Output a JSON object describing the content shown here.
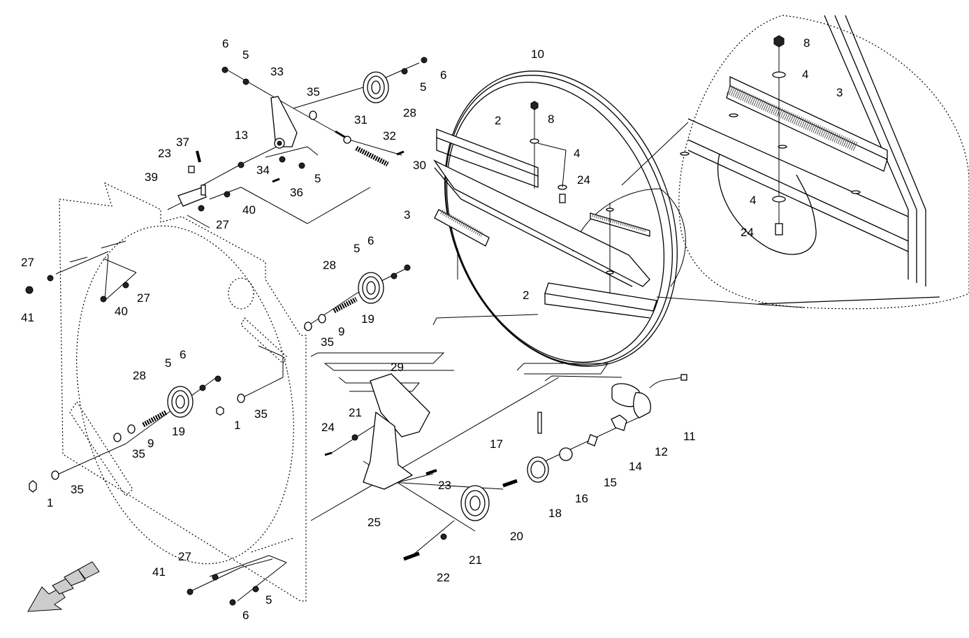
{
  "callouts": [
    {
      "id": "c1",
      "text": "6"
    },
    {
      "id": "c2",
      "text": "5"
    },
    {
      "id": "c3",
      "text": "33"
    },
    {
      "id": "c4",
      "text": "35"
    },
    {
      "id": "c5",
      "text": "28"
    },
    {
      "id": "c6",
      "text": "6"
    },
    {
      "id": "c7",
      "text": "5"
    },
    {
      "id": "c8",
      "text": "31"
    },
    {
      "id": "c9",
      "text": "32"
    },
    {
      "id": "c10",
      "text": "30"
    },
    {
      "id": "c11",
      "text": "37"
    },
    {
      "id": "c12",
      "text": "13"
    },
    {
      "id": "c13",
      "text": "23"
    },
    {
      "id": "c14",
      "text": "34"
    },
    {
      "id": "c15",
      "text": "5"
    },
    {
      "id": "c16",
      "text": "36"
    },
    {
      "id": "c17",
      "text": "39"
    },
    {
      "id": "c18",
      "text": "40"
    },
    {
      "id": "c19",
      "text": "27"
    },
    {
      "id": "c20",
      "text": "10"
    },
    {
      "id": "c21",
      "text": "2"
    },
    {
      "id": "c22",
      "text": "8"
    },
    {
      "id": "c23",
      "text": "4"
    },
    {
      "id": "c24",
      "text": "24"
    },
    {
      "id": "c25",
      "text": "3"
    },
    {
      "id": "c26",
      "text": "2"
    },
    {
      "id": "c27",
      "text": "8"
    },
    {
      "id": "c28",
      "text": "4"
    },
    {
      "id": "c29",
      "text": "3"
    },
    {
      "id": "c30",
      "text": "4"
    },
    {
      "id": "c31",
      "text": "24"
    },
    {
      "id": "c32",
      "text": "27"
    },
    {
      "id": "c33",
      "text": "41"
    },
    {
      "id": "c34",
      "text": "27"
    },
    {
      "id": "c35",
      "text": "40"
    },
    {
      "id": "c36",
      "text": "28"
    },
    {
      "id": "c37",
      "text": "5"
    },
    {
      "id": "c38",
      "text": "6"
    },
    {
      "id": "c39",
      "text": "19"
    },
    {
      "id": "c40",
      "text": "9"
    },
    {
      "id": "c41",
      "text": "35"
    },
    {
      "id": "c42",
      "text": "6"
    },
    {
      "id": "c43",
      "text": "5"
    },
    {
      "id": "c44",
      "text": "28"
    },
    {
      "id": "c45",
      "text": "35"
    },
    {
      "id": "c46",
      "text": "1"
    },
    {
      "id": "c47",
      "text": "19"
    },
    {
      "id": "c48",
      "text": "9"
    },
    {
      "id": "c49",
      "text": "35"
    },
    {
      "id": "c50",
      "text": "1"
    },
    {
      "id": "c51",
      "text": "35"
    },
    {
      "id": "c52",
      "text": "29"
    },
    {
      "id": "c53",
      "text": "21"
    },
    {
      "id": "c54",
      "text": "24"
    },
    {
      "id": "c55",
      "text": "17"
    },
    {
      "id": "c56",
      "text": "11"
    },
    {
      "id": "c57",
      "text": "12"
    },
    {
      "id": "c58",
      "text": "14"
    },
    {
      "id": "c59",
      "text": "15"
    },
    {
      "id": "c60",
      "text": "16"
    },
    {
      "id": "c61",
      "text": "23"
    },
    {
      "id": "c62",
      "text": "18"
    },
    {
      "id": "c63",
      "text": "25"
    },
    {
      "id": "c64",
      "text": "20"
    },
    {
      "id": "c65",
      "text": "21"
    },
    {
      "id": "c66",
      "text": "22"
    },
    {
      "id": "c67",
      "text": "27"
    },
    {
      "id": "c68",
      "text": "41"
    },
    {
      "id": "c69",
      "text": "5"
    },
    {
      "id": "c70",
      "text": "6"
    }
  ]
}
